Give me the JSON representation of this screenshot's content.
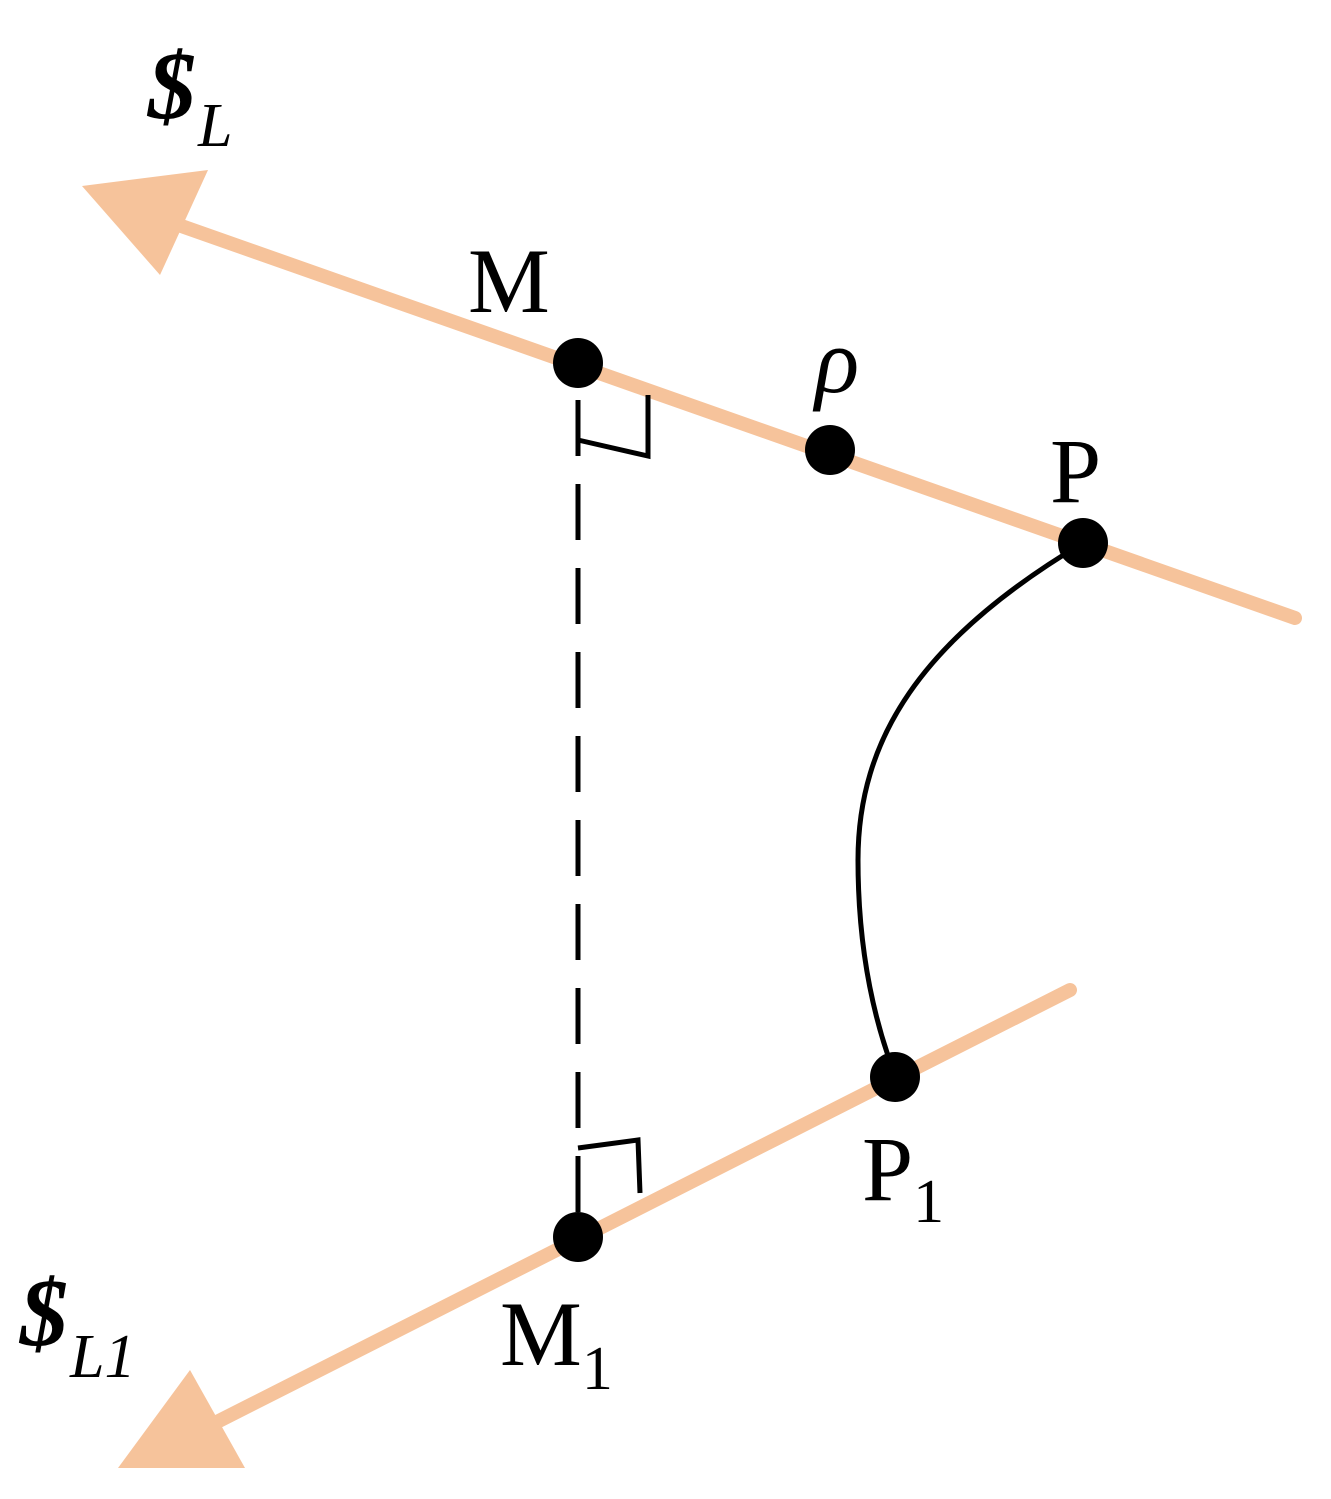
{
  "colors": {
    "line": "#f6c39b",
    "ink": "#000000",
    "background": "#ffffff"
  },
  "labels": {
    "screw_L": {
      "symbol": "$",
      "sub": "L"
    },
    "screw_L1": {
      "symbol": "$",
      "sub": "L1"
    },
    "point_M": {
      "main": "M"
    },
    "point_M1": {
      "main": "M",
      "sub": "1"
    },
    "point_P": {
      "main": "P"
    },
    "point_P1": {
      "main": "P",
      "sub": "1"
    },
    "rho": {
      "main": "ρ"
    }
  }
}
